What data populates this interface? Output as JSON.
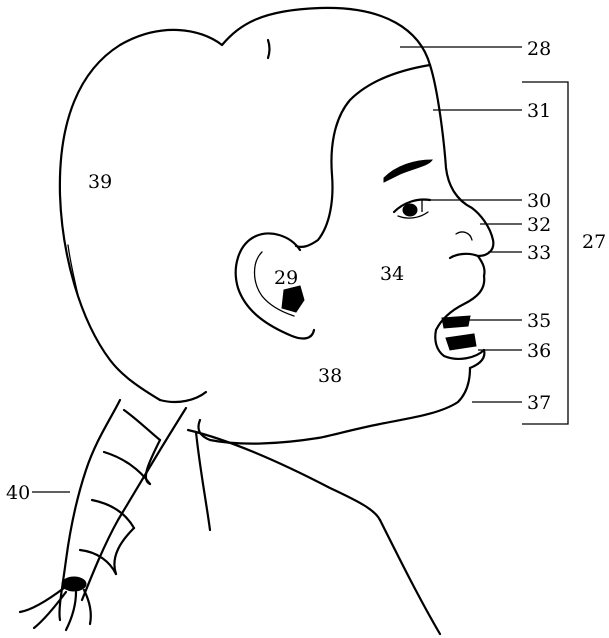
{
  "labels": {
    "l27": "27",
    "l28": "28",
    "l29": "29",
    "l30": "30",
    "l31": "31",
    "l32": "32",
    "l33": "33",
    "l34": "34",
    "l35": "35",
    "l36": "36",
    "l37": "37",
    "l38": "38",
    "l39": "39",
    "l40": "40"
  }
}
